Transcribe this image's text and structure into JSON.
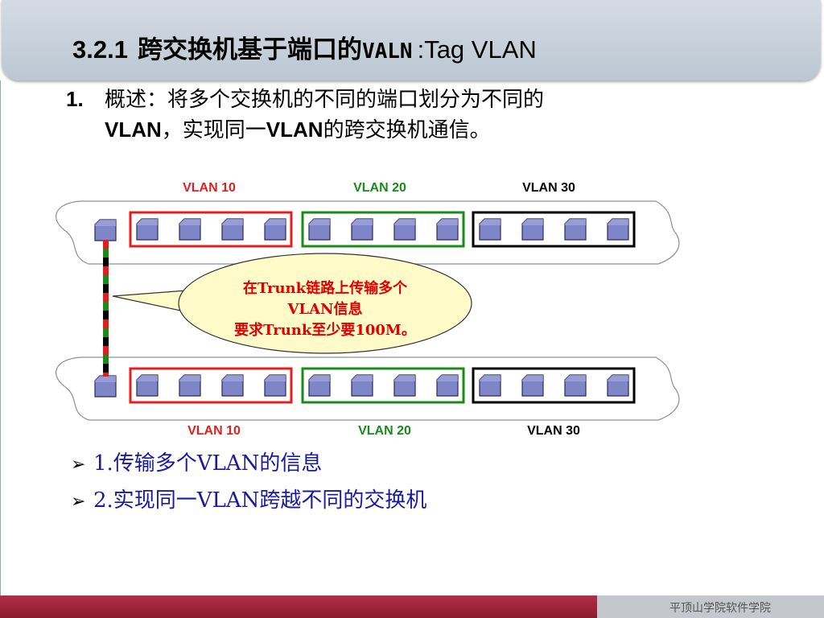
{
  "title": {
    "number": "3.2.1",
    "text_cn": "跨交换机基于端口的",
    "text_mono": "VALN",
    "text_tag": ":Tag VLAN"
  },
  "point": {
    "number": "1.",
    "line1": "概述：将多个交换机的不同的端口划分为不同的",
    "line2_a": "VLAN",
    "line2_b": "，实现同一",
    "line2_c": "VLAN",
    "line2_d": "的跨交换机通信。"
  },
  "diagram": {
    "top_labels": [
      "VLAN 10",
      "VLAN 20",
      "VLAN 30"
    ],
    "bottom_labels": [
      "VLAN 10",
      "VLAN 20",
      "VLAN 30"
    ],
    "vlan_colors": [
      "#e02020",
      "#1a8a1a",
      "#000000"
    ],
    "callout_lines": [
      "在Trunk链路上传输多个",
      "VLAN信息",
      "要求Trunk至少要100M。"
    ],
    "callout_color": "#e00000",
    "callout_fill": "#fffbc8",
    "port_color": "#7f86c8",
    "trunk_colors": [
      "#e02020",
      "#1a8a1a",
      "#000000"
    ]
  },
  "bullets": [
    "1.传输多个VLAN的信息",
    "2.实现同一VLAN跨越不同的交换机"
  ],
  "footer": {
    "text": "平顶山学院软件学院"
  }
}
